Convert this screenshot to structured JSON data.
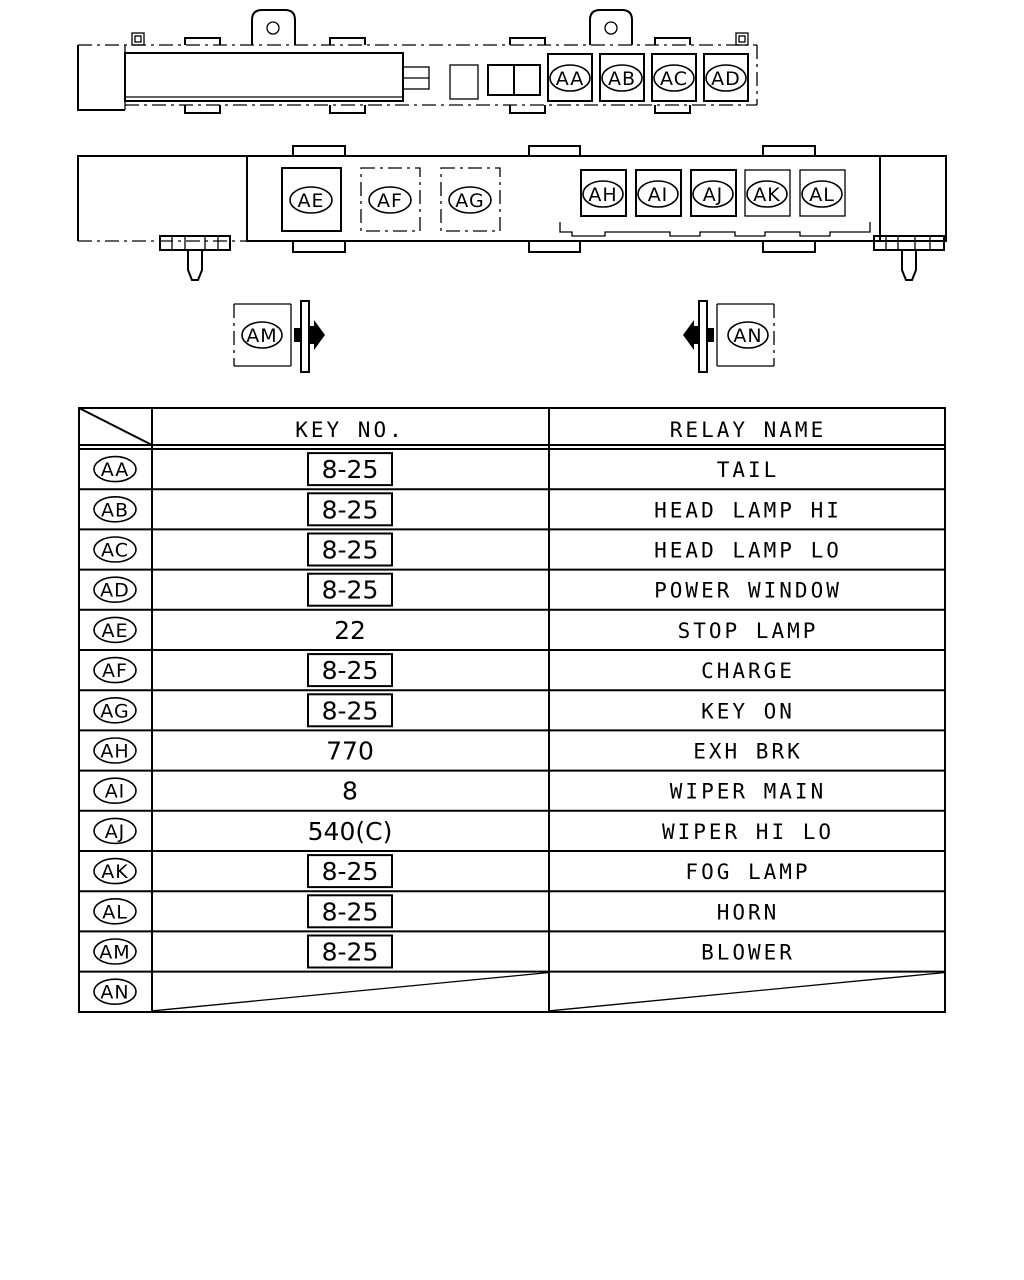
{
  "upper_block": {
    "relays": [
      "AA",
      "AB",
      "AC",
      "AD"
    ]
  },
  "lower_block": {
    "large_relays": [
      "AE",
      "AF",
      "AG"
    ],
    "small_relays": [
      "AH",
      "AI",
      "AJ",
      "AK",
      "AL"
    ]
  },
  "side_relays": {
    "left": "AM",
    "right": "AN"
  },
  "table": {
    "headers": {
      "key_no": "KEY NO.",
      "relay_name": "RELAY NAME"
    },
    "rows": [
      {
        "id": "AA",
        "key": "8-25",
        "boxed": true,
        "name": "TAIL"
      },
      {
        "id": "AB",
        "key": "8-25",
        "boxed": true,
        "name": "HEAD LAMP HI"
      },
      {
        "id": "AC",
        "key": "8-25",
        "boxed": true,
        "name": "HEAD LAMP LO"
      },
      {
        "id": "AD",
        "key": "8-25",
        "boxed": true,
        "name": "POWER WINDOW"
      },
      {
        "id": "AE",
        "key": "22",
        "boxed": false,
        "name": "STOP LAMP"
      },
      {
        "id": "AF",
        "key": "8-25",
        "boxed": true,
        "name": "CHARGE"
      },
      {
        "id": "AG",
        "key": "8-25",
        "boxed": true,
        "name": "KEY ON"
      },
      {
        "id": "AH",
        "key": "770",
        "boxed": false,
        "name": "EXH BRK"
      },
      {
        "id": "AI",
        "key": "8",
        "boxed": false,
        "name": "WIPER MAIN"
      },
      {
        "id": "AJ",
        "key": "540(C)",
        "boxed": false,
        "name": "WIPER HI LO"
      },
      {
        "id": "AK",
        "key": "8-25",
        "boxed": true,
        "name": "FOG LAMP"
      },
      {
        "id": "AL",
        "key": "8-25",
        "boxed": true,
        "name": "HORN"
      },
      {
        "id": "AM",
        "key": "8-25",
        "boxed": true,
        "name": "BLOWER"
      },
      {
        "id": "AN",
        "key": "",
        "boxed": false,
        "name": ""
      }
    ]
  }
}
